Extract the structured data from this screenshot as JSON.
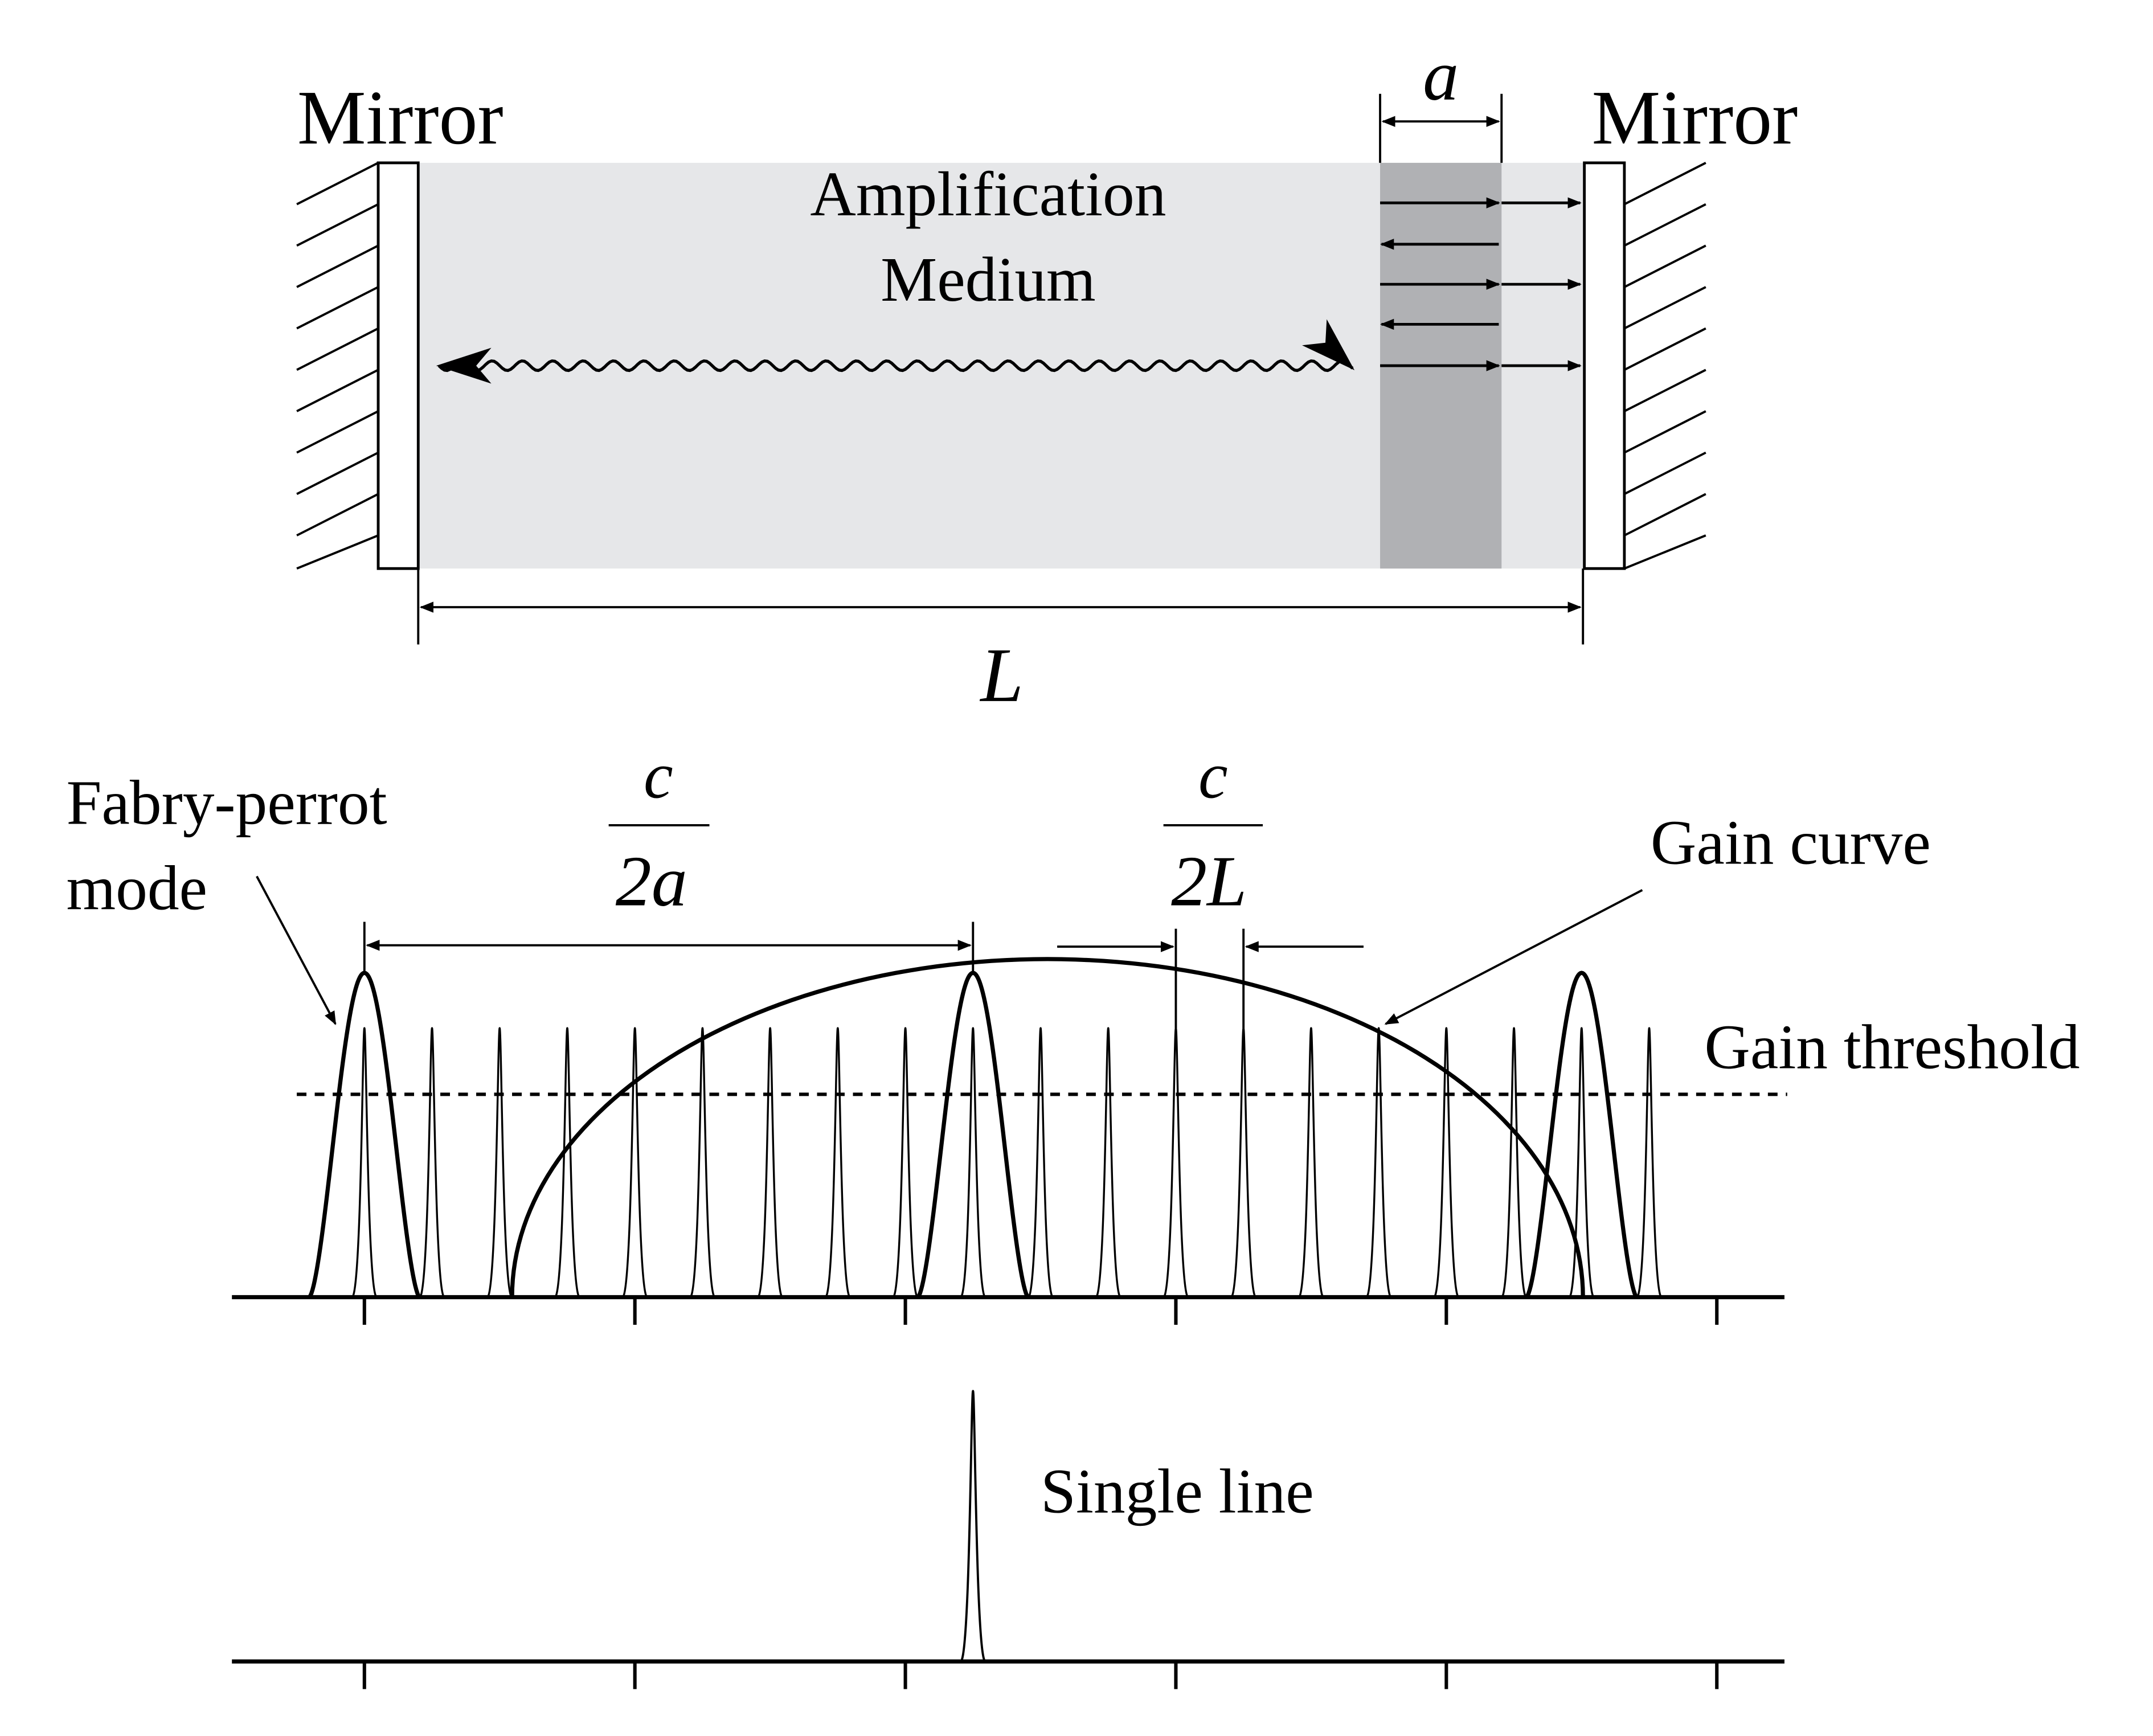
{
  "colors": {
    "medium": "#e6e7e9",
    "etalon": "#b0b1b4",
    "line": "#000000",
    "background": "#ffffff"
  },
  "cavity": {
    "left_mirror_label": "Mirror",
    "right_mirror_label": "Mirror",
    "medium_label_line1": "Amplification",
    "medium_label_line2": "Medium",
    "etalon_thickness_label": "a",
    "cavity_length_label": "L"
  },
  "spectrum": {
    "fabry_perot_label_line1": "Fabry-perrot",
    "fabry_perot_label_line2": "mode",
    "spacing_2a": {
      "numerator": "c",
      "denominator": "2a"
    },
    "spacing_2L": {
      "numerator": "c",
      "denominator": "2L"
    },
    "gain_curve_label": "Gain curve",
    "gain_threshold_label": "Gain threshold",
    "single_line_label": "Single line"
  }
}
